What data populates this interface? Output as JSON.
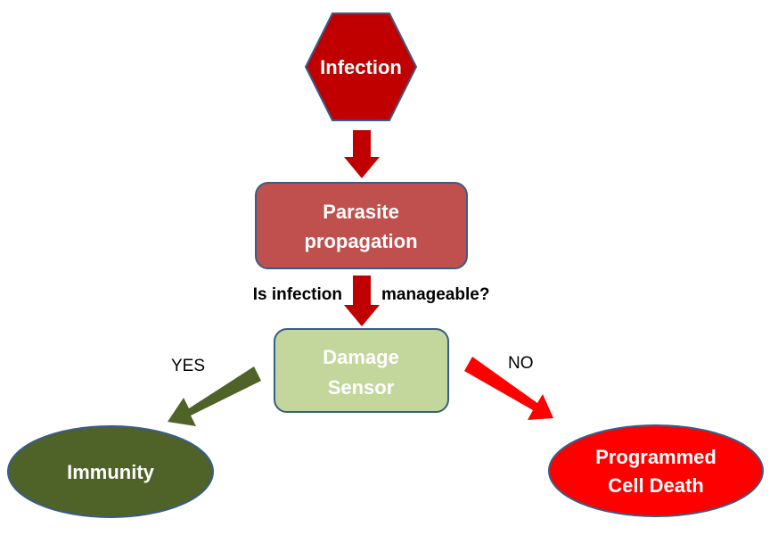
{
  "nodes": {
    "infection": {
      "label": "Infection"
    },
    "parasite": {
      "line1": "Parasite",
      "line2": "propagation"
    },
    "sensor": {
      "line1": "Damage",
      "line2": "Sensor"
    },
    "immunity": {
      "label": "Immunity"
    },
    "death": {
      "line1": "Programmed",
      "line2": "Cell Death"
    }
  },
  "question": {
    "left": "Is infection",
    "right": "manageable?"
  },
  "branches": {
    "yes": "YES",
    "no": "NO"
  },
  "colors": {
    "dark_red": "#c00000",
    "parasite_fill": "#c0504d",
    "sensor_fill": "#c3d69b",
    "immunity_fill": "#4f6228",
    "death_fill": "#ff0000",
    "outline": "#385d8a"
  }
}
